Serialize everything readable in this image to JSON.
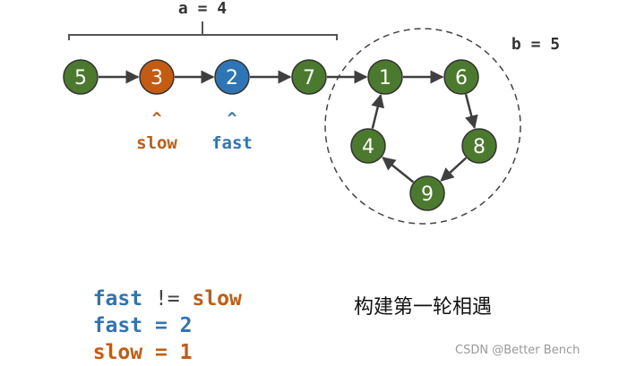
{
  "colors": {
    "green": "#4b7a2f",
    "orange": "#c55a11",
    "blue": "#2e75b6",
    "dark": "#333333",
    "edge": "#3f3f3f"
  },
  "labels": {
    "a": "a = 4",
    "b": "b = 5",
    "caret": "^",
    "slow": "slow",
    "fast": "fast"
  },
  "nodes": [
    {
      "id": "n5",
      "value": "5",
      "color": "green"
    },
    {
      "id": "n3",
      "value": "3",
      "color": "orange"
    },
    {
      "id": "n2",
      "value": "2",
      "color": "blue"
    },
    {
      "id": "n7",
      "value": "7",
      "color": "green"
    },
    {
      "id": "n1",
      "value": "1",
      "color": "green"
    },
    {
      "id": "n6",
      "value": "6",
      "color": "green"
    },
    {
      "id": "n8",
      "value": "8",
      "color": "green"
    },
    {
      "id": "n9",
      "value": "9",
      "color": "green"
    },
    {
      "id": "n4",
      "value": "4",
      "color": "green"
    }
  ],
  "edges": [
    [
      "n5",
      "n3"
    ],
    [
      "n3",
      "n2"
    ],
    [
      "n2",
      "n7"
    ],
    [
      "n7",
      "n1"
    ],
    [
      "n1",
      "n6"
    ],
    [
      "n6",
      "n8"
    ],
    [
      "n8",
      "n9"
    ],
    [
      "n9",
      "n4"
    ],
    [
      "n4",
      "n1"
    ]
  ],
  "code": {
    "line1": {
      "left": "fast",
      "op": " != ",
      "right": "slow"
    },
    "line2": {
      "var": "fast",
      "op": " = ",
      "val": "2"
    },
    "line3": {
      "var": "slow",
      "op": " = ",
      "val": "1"
    }
  },
  "caption": "构建第一轮相遇",
  "watermark": "CSDN @Better Bench"
}
